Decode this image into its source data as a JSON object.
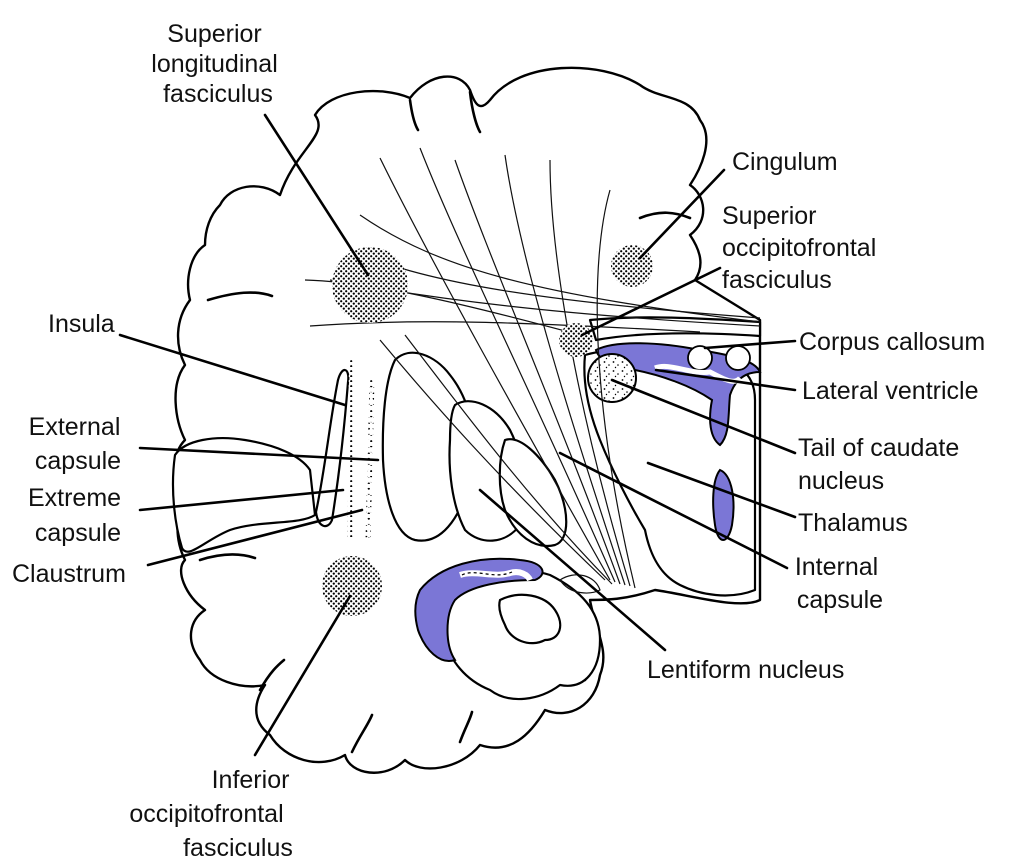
{
  "labels": {
    "superior_longitudinal_fasciculus": [
      "Superior",
      "longitudinal",
      "fasciculus"
    ],
    "cingulum": [
      "Cingulum"
    ],
    "superior_occipitofrontal_fasciculus": [
      "Superior",
      "occipitofrontal",
      "fasciculus"
    ],
    "insula": [
      "Insula"
    ],
    "corpus_callosum": [
      "Corpus callosum"
    ],
    "lateral_ventricle": [
      "Lateral ventricle"
    ],
    "external_capsule": [
      "External",
      "capsule"
    ],
    "tail_of_caudate_nucleus": [
      "Tail of caudate",
      "nucleus"
    ],
    "extreme_capsule": [
      "Extreme",
      "capsule"
    ],
    "thalamus": [
      "Thalamus"
    ],
    "claustrum": [
      "Claustrum"
    ],
    "internal_capsule": [
      "Internal",
      "capsule"
    ],
    "lentiform_nucleus": [
      "Lentiform nucleus"
    ],
    "inferior_occipitofrontal_fasciculus": [
      "Inferior",
      "occipitofrontal",
      "fasciculus"
    ]
  },
  "colors": {
    "ventricle": "#7b76d6",
    "ink": "#000000",
    "background": "#ffffff"
  }
}
